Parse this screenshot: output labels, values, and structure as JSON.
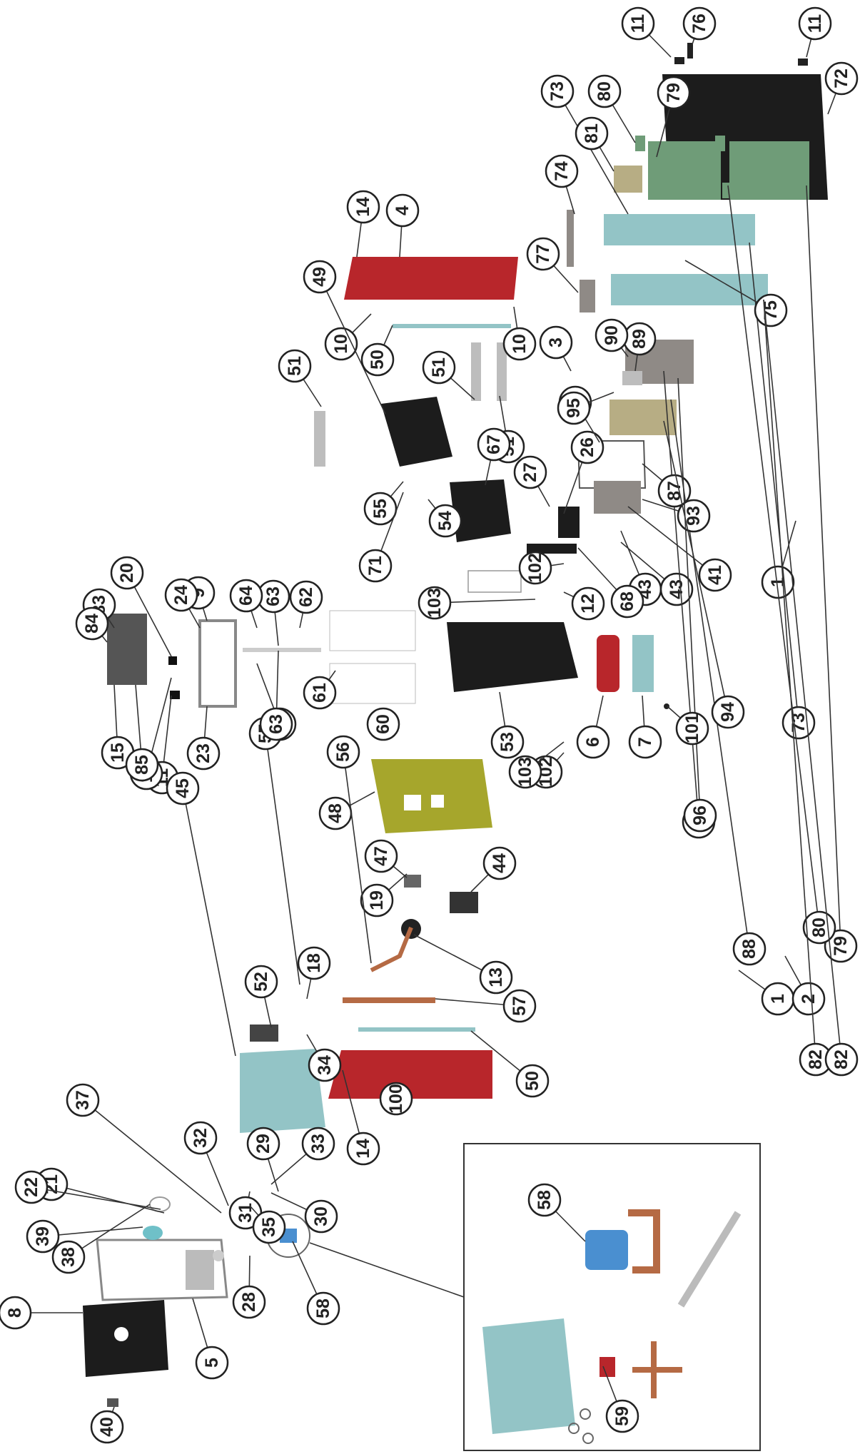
{
  "diagram": {
    "type": "exploded-parts-view",
    "orientation": "rotated-90-counterclockwise",
    "colors": {
      "red_panel": "#b8262b",
      "black_part": "#1c1c1c",
      "green_insulation": "#6f9c78",
      "teal_panel": "#93c4c6",
      "olive_casing": "#a6a62c",
      "grey_part": "#8f8a86",
      "copper_pipe": "#b56a44",
      "blue_valve": "#4a8fd0",
      "tan_plate": "#b7ad84"
    },
    "inset_label": "58",
    "callouts": [
      "1",
      "1",
      "2",
      "3",
      "4",
      "5",
      "6",
      "7",
      "8",
      "9",
      "10",
      "10",
      "11",
      "11",
      "11",
      "11",
      "12",
      "13",
      "14",
      "14",
      "15",
      "18",
      "19",
      "20",
      "21",
      "22",
      "23",
      "24",
      "25",
      "26",
      "27",
      "28",
      "29",
      "30",
      "31",
      "32",
      "33",
      "34",
      "35",
      "37",
      "38",
      "39",
      "40",
      "41",
      "43",
      "43",
      "44",
      "45",
      "47",
      "48",
      "49",
      "50",
      "50",
      "51",
      "51",
      "51",
      "52",
      "53",
      "54",
      "55",
      "55",
      "56",
      "57",
      "58",
      "58",
      "59",
      "60",
      "61",
      "62",
      "63",
      "63",
      "64",
      "67",
      "68",
      "71",
      "72",
      "73",
      "73",
      "74",
      "75",
      "76",
      "77",
      "79",
      "79",
      "80",
      "80",
      "81",
      "82",
      "82",
      "83",
      "84",
      "85",
      "86",
      "87",
      "87",
      "88",
      "89",
      "90",
      "93",
      "94",
      "95",
      "96",
      "100",
      "101",
      "102",
      "102",
      "103",
      "103"
    ]
  }
}
